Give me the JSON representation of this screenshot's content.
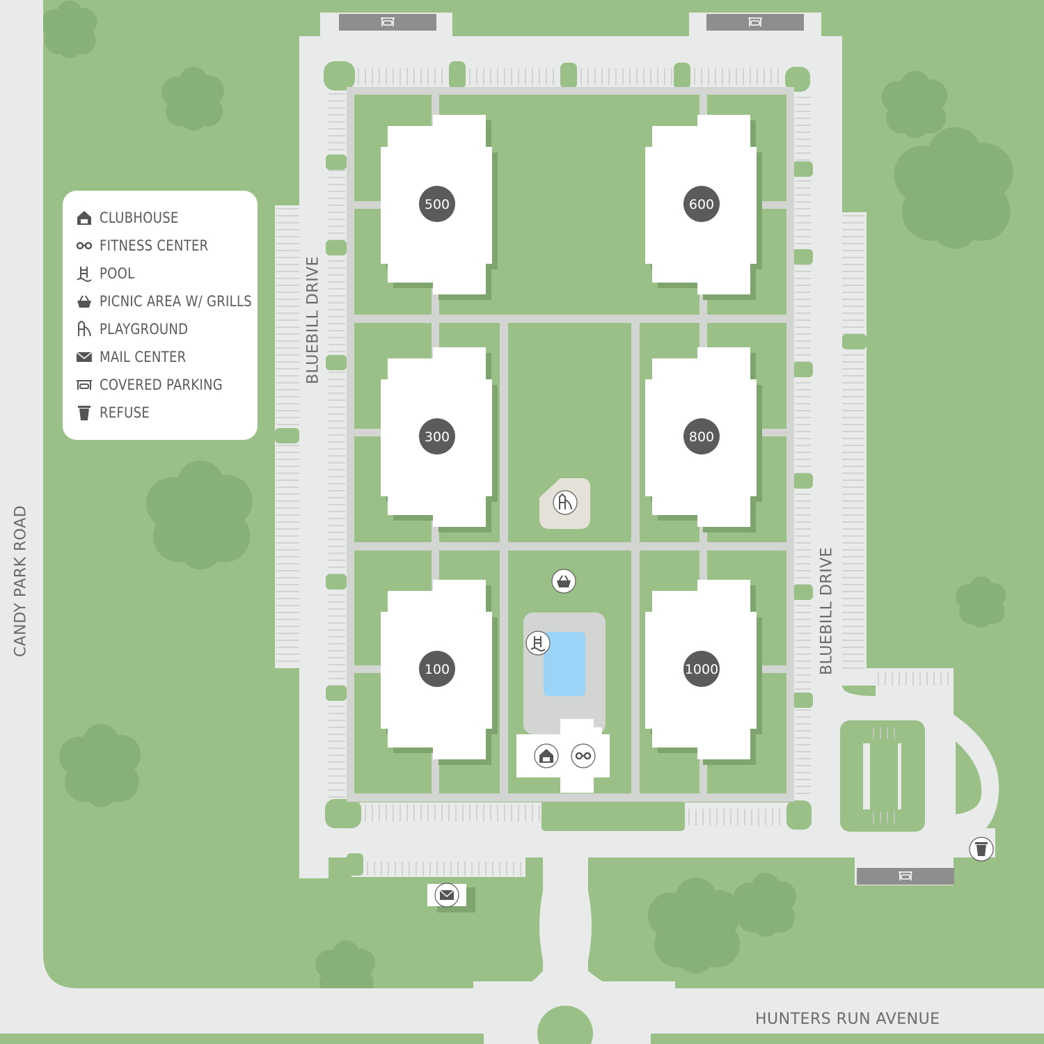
{
  "legend": {
    "items": [
      {
        "icon": "clubhouse-icon",
        "label": "CLUBHOUSE"
      },
      {
        "icon": "fitness-center-icon",
        "label": "FITNESS CENTER"
      },
      {
        "icon": "pool-icon",
        "label": "POOL"
      },
      {
        "icon": "picnic-grill-icon",
        "label": "PICNIC AREA W/ GRILLS"
      },
      {
        "icon": "playground-icon",
        "label": "PLAYGROUND"
      },
      {
        "icon": "mail-icon",
        "label": "MAIL CENTER"
      },
      {
        "icon": "covered-parking-icon",
        "label": "COVERED PARKING"
      },
      {
        "icon": "refuse-icon",
        "label": "REFUSE"
      }
    ]
  },
  "roads": {
    "candy_park": "CANDY PARK ROAD",
    "bluebill_left": "BLUEBILL DRIVE",
    "bluebill_right": "BLUEBILL DRIVE",
    "hunters_run": "HUNTERS RUN AVENUE"
  },
  "buildings": [
    {
      "id": "500",
      "label": "500"
    },
    {
      "id": "600",
      "label": "600"
    },
    {
      "id": "300",
      "label": "300"
    },
    {
      "id": "800",
      "label": "800"
    },
    {
      "id": "100",
      "label": "100"
    },
    {
      "id": "1000",
      "label": "1000"
    }
  ],
  "colors": {
    "grass": "#9ac087",
    "grass_dark": "#87b176",
    "road": "#e9eaea",
    "path": "#d3d5d2",
    "building": "#ffffff",
    "badge": "#5b5b5b",
    "pool": "#9bd4f7",
    "carport": "#8e8e8e"
  }
}
